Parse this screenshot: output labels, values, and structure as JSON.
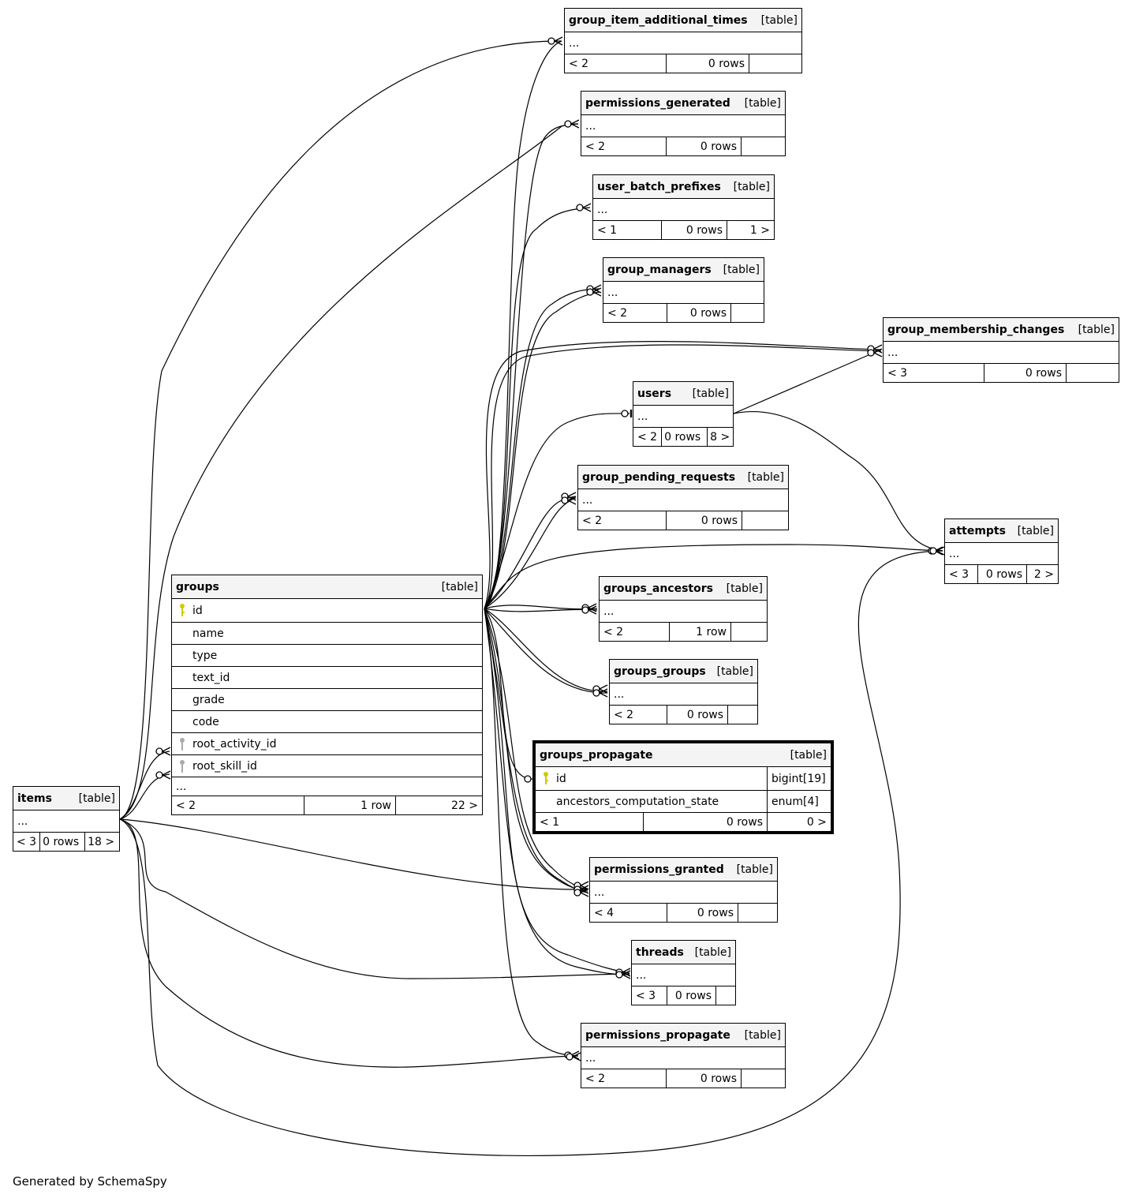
{
  "footer": "Generated by SchemaSpy",
  "tables": {
    "group_item_additional_times": {
      "name": "group_item_additional_times",
      "kind": "[table]",
      "body": "...",
      "parents": "< 2",
      "rows": "0 rows",
      "children": ""
    },
    "permissions_generated": {
      "name": "permissions_generated",
      "kind": "[table]",
      "body": "...",
      "parents": "< 2",
      "rows": "0 rows",
      "children": ""
    },
    "user_batch_prefixes": {
      "name": "user_batch_prefixes",
      "kind": "[table]",
      "body": "...",
      "parents": "< 1",
      "rows": "0 rows",
      "children": "1 >"
    },
    "group_managers": {
      "name": "group_managers",
      "kind": "[table]",
      "body": "...",
      "parents": "< 2",
      "rows": "0 rows",
      "children": ""
    },
    "group_membership_changes": {
      "name": "group_membership_changes",
      "kind": "[table]",
      "body": "...",
      "parents": "< 3",
      "rows": "0 rows",
      "children": ""
    },
    "users": {
      "name": "users",
      "kind": "[table]",
      "body": "...",
      "parents": "< 2",
      "rows": "0 rows",
      "children": "8 >"
    },
    "group_pending_requests": {
      "name": "group_pending_requests",
      "kind": "[table]",
      "body": "...",
      "parents": "< 2",
      "rows": "0 rows",
      "children": ""
    },
    "attempts": {
      "name": "attempts",
      "kind": "[table]",
      "body": "...",
      "parents": "< 3",
      "rows": "0 rows",
      "children": "2 >"
    },
    "groups_ancestors": {
      "name": "groups_ancestors",
      "kind": "[table]",
      "body": "...",
      "parents": "< 2",
      "rows": "1 row",
      "children": ""
    },
    "groups_groups": {
      "name": "groups_groups",
      "kind": "[table]",
      "body": "...",
      "parents": "< 2",
      "rows": "0 rows",
      "children": ""
    },
    "permissions_granted": {
      "name": "permissions_granted",
      "kind": "[table]",
      "body": "...",
      "parents": "< 4",
      "rows": "0 rows",
      "children": ""
    },
    "threads": {
      "name": "threads",
      "kind": "[table]",
      "body": "...",
      "parents": "< 3",
      "rows": "0 rows",
      "children": ""
    },
    "permissions_propagate": {
      "name": "permissions_propagate",
      "kind": "[table]",
      "body": "...",
      "parents": "< 2",
      "rows": "0 rows",
      "children": ""
    },
    "items": {
      "name": "items",
      "kind": "[table]",
      "body": "...",
      "parents": "< 3",
      "rows": "0 rows",
      "children": "18 >"
    },
    "groups": {
      "name": "groups",
      "kind": "[table]",
      "columns": [
        "id",
        "name",
        "type",
        "text_id",
        "grade",
        "code",
        "root_activity_id",
        "root_skill_id"
      ],
      "body": "...",
      "parents": "< 2",
      "rows": "1 row",
      "children": "22 >"
    },
    "groups_propagate": {
      "name": "groups_propagate",
      "kind": "[table]",
      "columns": [
        {
          "name": "id",
          "type": "bigint[19]"
        },
        {
          "name": "ancestors_computation_state",
          "type": "enum[4]"
        }
      ],
      "parents": "< 1",
      "rows": "0 rows",
      "children": "0 >"
    }
  },
  "colors": {
    "header_bg": "#f4f4f4",
    "primary_key": "#d4c800",
    "foreign_key": "#aaaaaa",
    "line": "#000000"
  }
}
